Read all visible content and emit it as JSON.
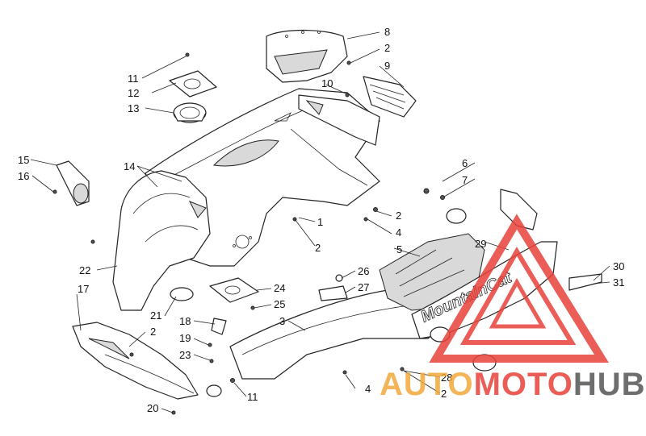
{
  "diagram": {
    "callouts": {
      "c1": "1",
      "c2a": "2",
      "c2b": "2",
      "c2c": "2",
      "c2d": "2",
      "c2e": "2",
      "c3": "3",
      "c4a": "4",
      "c4b": "4",
      "c5": "5",
      "c6": "6",
      "c7": "7",
      "c8": "8",
      "c9": "9",
      "c10": "10",
      "c11a": "11",
      "c11b": "11",
      "c12": "12",
      "c13": "13",
      "c14": "14",
      "c15": "15",
      "c16": "16",
      "c17": "17",
      "c18": "18",
      "c19": "19",
      "c20": "20",
      "c21": "21",
      "c22": "22",
      "c23": "23",
      "c24": "24",
      "c25": "25",
      "c26": "26",
      "c27": "27",
      "c28": "28",
      "c29": "29",
      "c30": "30",
      "c31": "31"
    },
    "decal_text": "MountainCat"
  },
  "watermark": {
    "text_a": "AUTO",
    "text_b": "MOTO",
    "text_c": "HUB",
    "color_red": "#e8413a",
    "color_orange": "#f2a93b",
    "color_gray": "#555555"
  }
}
